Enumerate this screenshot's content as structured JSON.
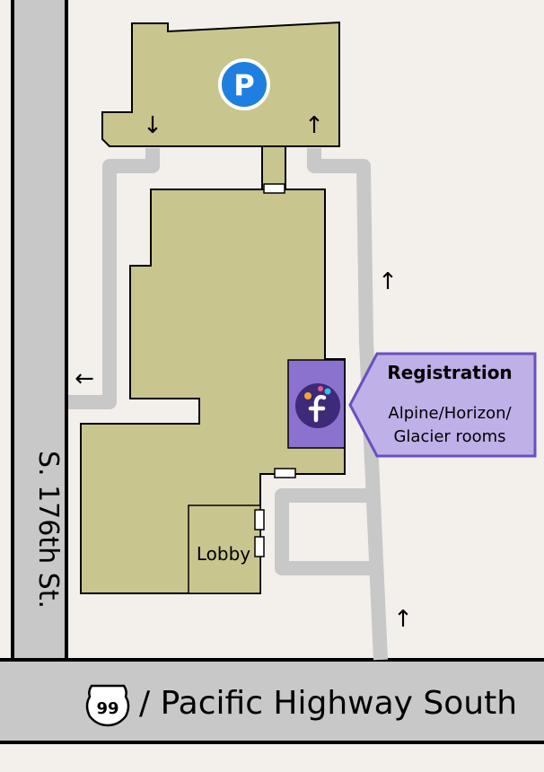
{
  "map": {
    "street_west": "S. 176th St.",
    "highway_number": "99",
    "highway_name": "/ Pacific Highway South",
    "parking_symbol": "P",
    "lobby_label": "Lobby",
    "registration": {
      "title": "Registration",
      "rooms_line1": "Alpine/Horizon/",
      "rooms_line2": "Glacier rooms"
    },
    "arrows": {
      "lot_exit": "↓",
      "lot_entry": "↑",
      "east_drive_upper": "↑",
      "east_drive_lower": "↑",
      "west_exit": "←"
    },
    "icons": {
      "parking": "parking-icon",
      "registration_logo": "event-logo-icon",
      "highway_shield": "us-highway-shield-icon"
    },
    "colors": {
      "background": "#f3efeb",
      "building": "#c9c58e",
      "road": "#c8c8c8",
      "driveway": "#c8c8c8",
      "registration": "#8c72cf",
      "parking_badge": "#1e7fe0"
    }
  }
}
